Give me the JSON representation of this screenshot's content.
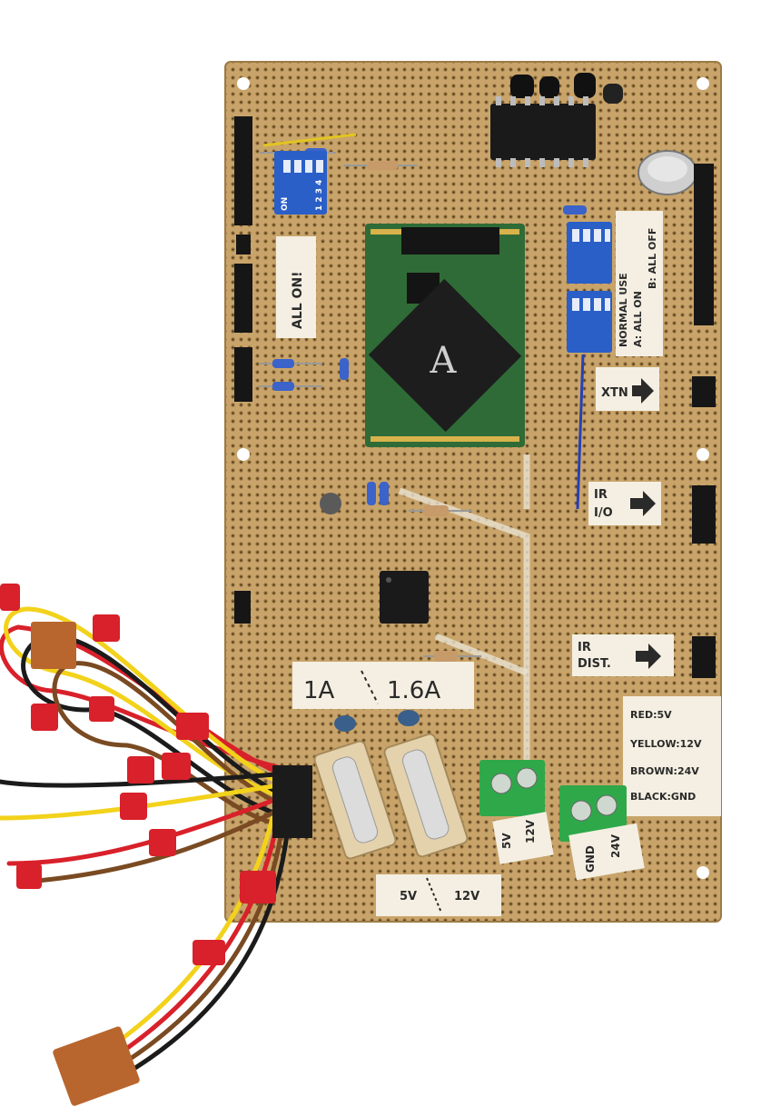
{
  "colors": {
    "background": "#ffffff",
    "board": "#c9a46a",
    "board_dark": "#b58f55",
    "pad": "#8a6a3a",
    "module": "#2f6b36",
    "dip_switch": "#2a5fc8",
    "terminal": "#2fa84a",
    "wire_red": "#d8212a",
    "wire_yellow": "#f2d21b",
    "wire_brown": "#7a4a22",
    "wire_black": "#1b1b1b",
    "label_paper": "#f4efe2"
  },
  "labels": {
    "all_on": "ALL ON!",
    "normal_use": "NORMAL USE",
    "a_all_on": "A: ALL ON",
    "b_all_off": "B: ALL OFF",
    "dip_on": "ON",
    "dip_numbers": "1 2 3 4",
    "xtn": "XTN",
    "ir_io_line1": "IR",
    "ir_io_line2": "I/O",
    "ir_dist_line1": "IR",
    "ir_dist_line2": "DIST.",
    "fuse_1a": "1A",
    "fuse_16a": "1.6A",
    "voltage_5v": "5V",
    "voltage_12v": "12V",
    "terminal_5v": "5V",
    "terminal_12v": "12V",
    "terminal_gnd": "GND",
    "terminal_24v": "24V",
    "legend_red": "RED:5V",
    "legend_yellow": "YELLOW:12V",
    "legend_brown": "BROWN:24V",
    "legend_black": "BLACK:GND"
  }
}
